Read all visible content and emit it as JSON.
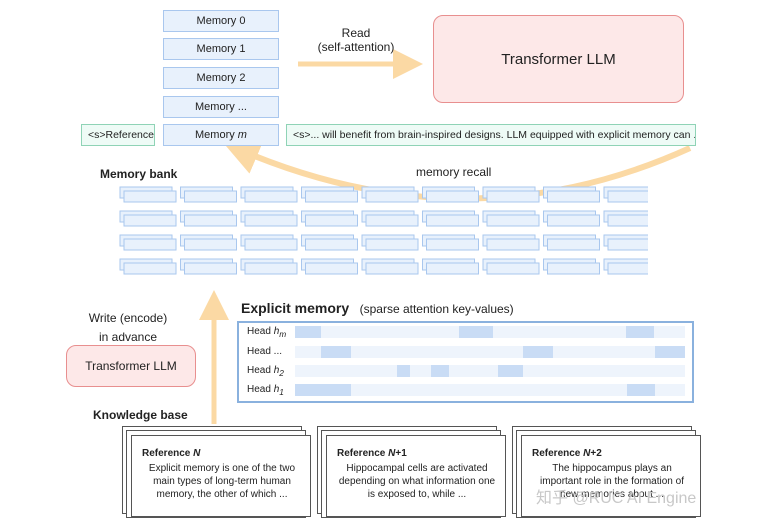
{
  "memories": [
    "Memory 0",
    "Memory 1",
    "Memory 2",
    "Memory ..."
  ],
  "memory_m": {
    "prefix": "Memory ",
    "var": "m"
  },
  "reference_tag": "<s>Reference:",
  "stream_text": "<s>... will benefit from brain-inspired designs. LLM equipped with explicit memory can ...",
  "read": {
    "line1": "Read",
    "line2": "(self-attention)"
  },
  "transformer_top": "Transformer LLM",
  "memory_recall": "memory recall",
  "memory_bank": "Memory bank",
  "write": {
    "line1": "Write (encode)",
    "line2": "in advance"
  },
  "transformer_bottom": "Transformer LLM",
  "knowledge_base": "Knowledge base",
  "explicit_memory": {
    "title": "Explicit memory",
    "subtitle": "(sparse attention key-values)"
  },
  "heads": [
    {
      "prefix": "Head ",
      "var": "h",
      "sub": "m"
    },
    {
      "prefix": "Head ...",
      "var": "",
      "sub": ""
    },
    {
      "prefix": "Head ",
      "var": "h",
      "sub": "2"
    },
    {
      "prefix": "Head ",
      "var": "h",
      "sub": "1"
    }
  ],
  "references": [
    {
      "prefix": "Reference ",
      "var": "N",
      "suffix": "",
      "text": "Explicit memory is one of the two main types of long-term human memory, the other of which ..."
    },
    {
      "prefix": "Reference ",
      "var": "N",
      "suffix": "+1",
      "text": "Hippocampal cells are activated depending on what information one is exposed to, while ..."
    },
    {
      "prefix": "Reference ",
      "var": "N",
      "suffix": "+2",
      "text": "The hippocampus plays an important role in the formation of new memories about ..."
    }
  ],
  "watermark": "知乎 @RUC AI Engine",
  "colors": {
    "arrow": "#fbd9a4",
    "memory_fill": "#e8f1fc",
    "memory_border": "#a9c7ee",
    "llm_fill": "#fde8e8",
    "llm_border": "#e88f8f",
    "teal_border": "#8fd3b6"
  }
}
